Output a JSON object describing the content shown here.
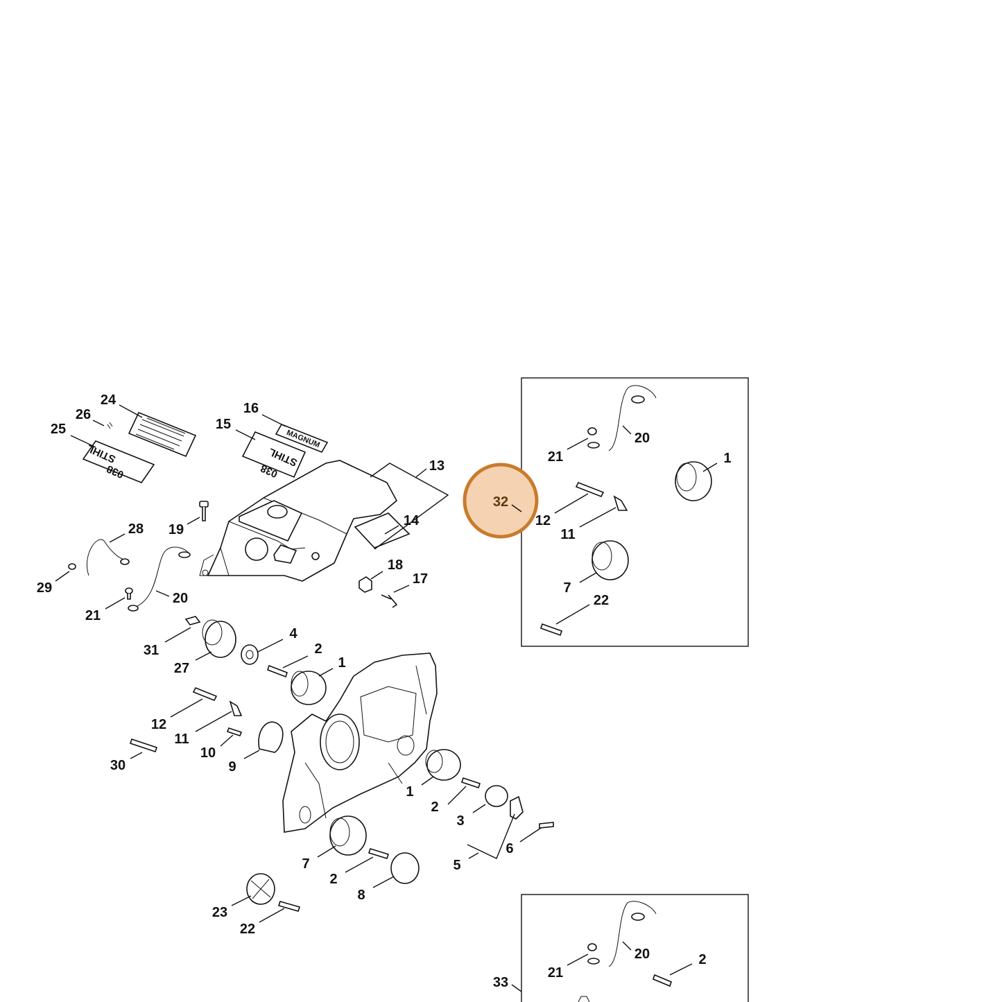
{
  "diagram": {
    "highlight": {
      "label": "32",
      "fill": "#f5d3b2",
      "stroke": "#c97b2c"
    },
    "decals": {
      "stihl_a": "STIHL",
      "stihl_b": "038",
      "magnum": "MAGNUM"
    },
    "callouts": [
      {
        "id": "c24",
        "text": "24"
      },
      {
        "id": "c26",
        "text": "26"
      },
      {
        "id": "c25",
        "text": "25"
      },
      {
        "id": "c16",
        "text": "16"
      },
      {
        "id": "c15",
        "text": "15"
      },
      {
        "id": "c13",
        "text": "13"
      },
      {
        "id": "c14",
        "text": "14"
      },
      {
        "id": "c19",
        "text": "19"
      },
      {
        "id": "c28",
        "text": "28"
      },
      {
        "id": "c29",
        "text": "29"
      },
      {
        "id": "c20a",
        "text": "20"
      },
      {
        "id": "c21a",
        "text": "21"
      },
      {
        "id": "c18",
        "text": "18"
      },
      {
        "id": "c17",
        "text": "17"
      },
      {
        "id": "c31",
        "text": "31"
      },
      {
        "id": "c27",
        "text": "27"
      },
      {
        "id": "c4",
        "text": "4"
      },
      {
        "id": "c2a",
        "text": "2"
      },
      {
        "id": "c1a",
        "text": "1"
      },
      {
        "id": "c12a",
        "text": "12"
      },
      {
        "id": "c11a",
        "text": "11"
      },
      {
        "id": "c10",
        "text": "10"
      },
      {
        "id": "c9",
        "text": "9"
      },
      {
        "id": "c30",
        "text": "30"
      },
      {
        "id": "c1b",
        "text": "1"
      },
      {
        "id": "c2b",
        "text": "2"
      },
      {
        "id": "c3",
        "text": "3"
      },
      {
        "id": "c6",
        "text": "6"
      },
      {
        "id": "c5",
        "text": "5"
      },
      {
        "id": "c7a",
        "text": "7"
      },
      {
        "id": "c2c",
        "text": "2"
      },
      {
        "id": "c8",
        "text": "8"
      },
      {
        "id": "c23",
        "text": "23"
      },
      {
        "id": "c22a",
        "text": "22"
      },
      {
        "id": "c20b",
        "text": "20"
      },
      {
        "id": "c21b",
        "text": "21"
      },
      {
        "id": "c1c",
        "text": "1"
      },
      {
        "id": "c12b",
        "text": "12"
      },
      {
        "id": "c11b",
        "text": "11"
      },
      {
        "id": "c7b",
        "text": "7"
      },
      {
        "id": "c22b",
        "text": "22"
      },
      {
        "id": "c20c",
        "text": "20"
      },
      {
        "id": "c21c",
        "text": "21"
      },
      {
        "id": "c2d",
        "text": "2"
      },
      {
        "id": "c33",
        "text": "33"
      }
    ]
  }
}
